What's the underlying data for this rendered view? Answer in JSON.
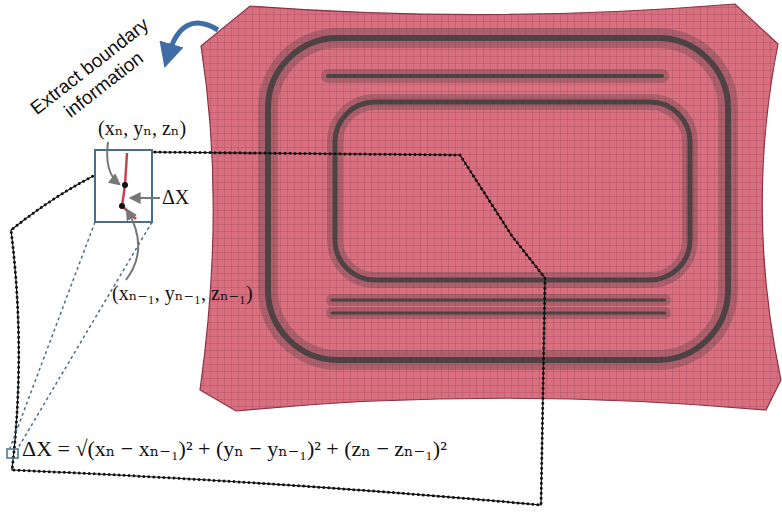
{
  "diagram": {
    "labels": [
      "Extract boundary information",
      "(xₙ, yₙ, zₙ)",
      "ΔX",
      "(xₙ₋₁, yₙ₋₁, zₙ₋₁)",
      "ΔX = √(xₙ − xₙ₋₁)² + (yₙ − yₙ₋₁)² + (zₙ − zₙ₋₁)²"
    ]
  }
}
